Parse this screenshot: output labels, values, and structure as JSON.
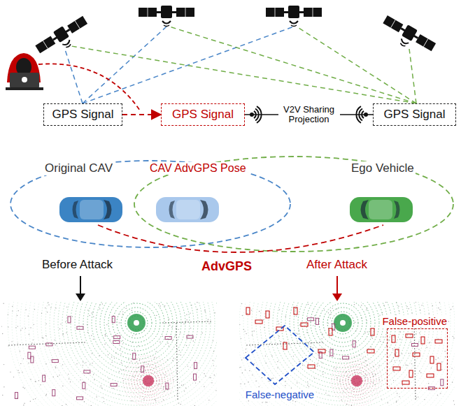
{
  "diagram": {
    "nodes": [
      {
        "text": [
          "GPS Signal"
        ]
      },
      {
        "text": [
          "GPS Signal"
        ]
      },
      {
        "text": [
          "GPS Signal"
        ]
      },
      {
        "text": [
          "False-positive"
        ]
      },
      {
        "text": [
          "False-negative"
        ]
      }
    ],
    "edges": [
      {
        "from": 0,
        "to": 1,
        "arrow": "to"
      },
      {
        "from": 1,
        "to": 2,
        "label": "V2V Sharing Projection",
        "arrow": "none"
      }
    ],
    "labels": [
      "Original CAV",
      "CAV AdvGPS Pose",
      "Ego Vehicle",
      "Before Attack",
      "AdvGPS",
      "After Attack"
    ]
  }
}
